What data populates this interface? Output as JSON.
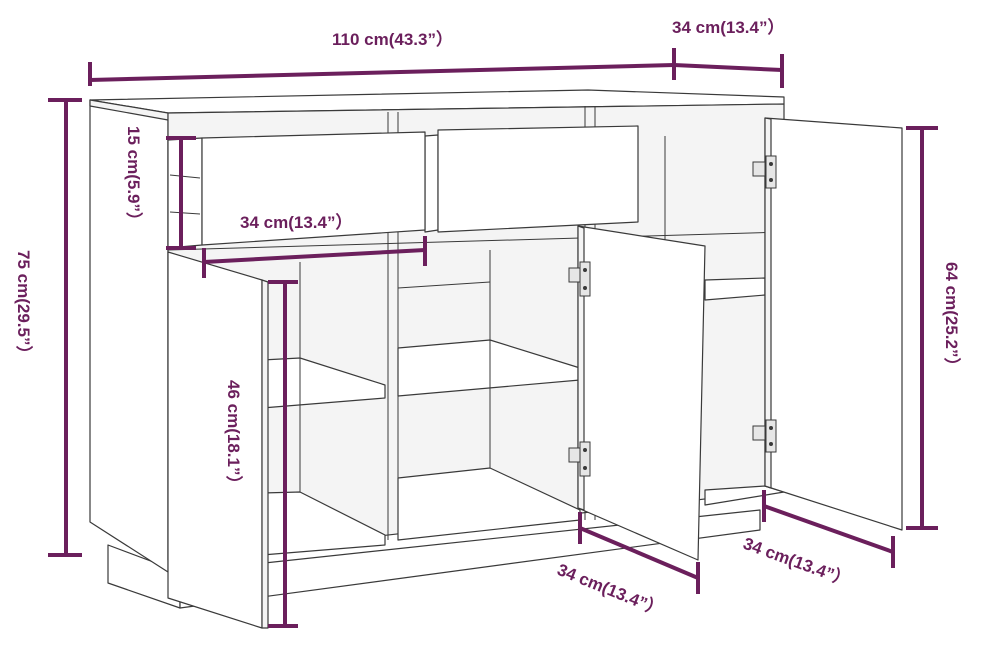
{
  "diagram": {
    "accent_color": "#6b1f5c",
    "labels": {
      "total_width": "110 cm(43.3”）",
      "depth_top": "34 cm(13.4”）",
      "total_height": "75 cm(29.5”）",
      "drawer_height": "15 cm(5.9”）",
      "drawer_width": "34 cm(13.4”）",
      "door_height_left": "46 cm(18.1”）",
      "door_height_right": "64 cm(25.2”）",
      "door_width_middle": "34 cm(13.4”）",
      "door_width_right": "34 cm(13.4”）"
    }
  }
}
